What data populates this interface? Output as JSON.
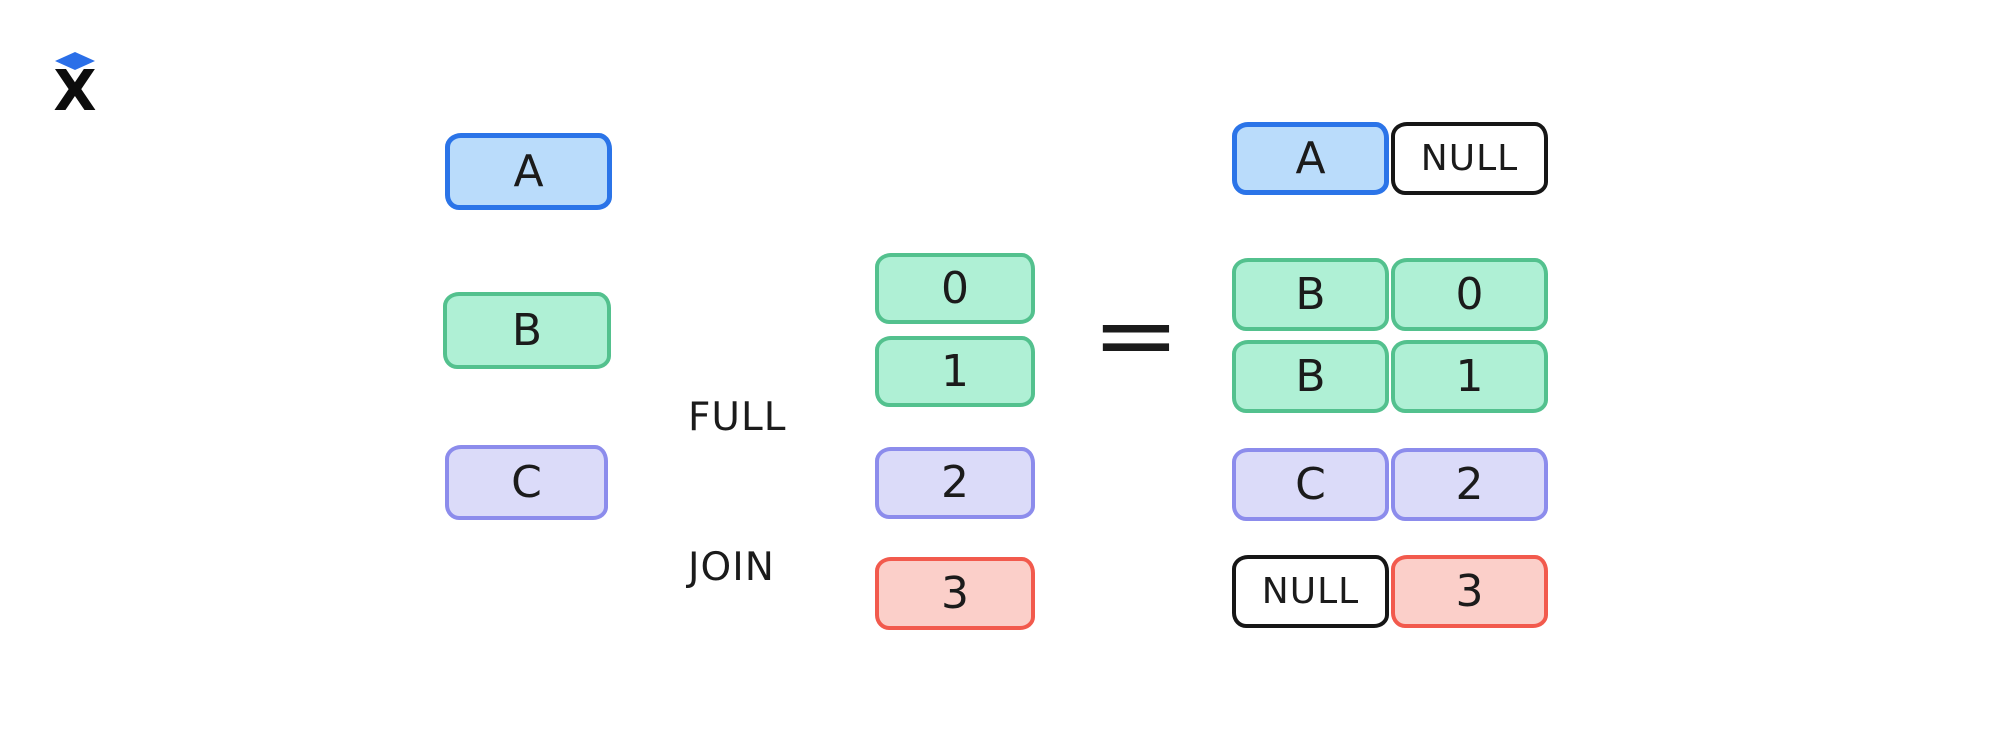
{
  "colors": {
    "background": "#ffffff",
    "ink": "#1b1b1b",
    "blue-fill": "#badcfb",
    "blue-border": "#2b74e8",
    "green-fill": "#aff0d5",
    "green-border": "#53c18e",
    "purple-fill": "#dbdbf9",
    "purple-border": "#8c8cec",
    "red-fill": "#fbcfc9",
    "red-border": "#f25a4d",
    "null-border": "#161616",
    "logo-blue": "#2b6fe8"
  },
  "logo": {
    "letter": "X"
  },
  "operator": {
    "line1": "FULL",
    "line2": "JOIN",
    "equals": "="
  },
  "left_table": {
    "cells": [
      {
        "label": "A",
        "color": "blue"
      },
      {
        "label": "B",
        "color": "green"
      },
      {
        "label": "C",
        "color": "purple"
      }
    ]
  },
  "right_table": {
    "cells": [
      {
        "label": "0",
        "color": "green"
      },
      {
        "label": "1",
        "color": "green"
      },
      {
        "label": "2",
        "color": "purple"
      },
      {
        "label": "3",
        "color": "red"
      }
    ]
  },
  "result_table": {
    "rows": [
      {
        "left": {
          "label": "A",
          "color": "blue"
        },
        "right": {
          "label": "NULL",
          "color": "null"
        }
      },
      {
        "left": {
          "label": "B",
          "color": "green"
        },
        "right": {
          "label": "0",
          "color": "green"
        }
      },
      {
        "left": {
          "label": "B",
          "color": "green"
        },
        "right": {
          "label": "1",
          "color": "green"
        }
      },
      {
        "left": {
          "label": "C",
          "color": "purple"
        },
        "right": {
          "label": "2",
          "color": "purple"
        }
      },
      {
        "left": {
          "label": "NULL",
          "color": "null"
        },
        "right": {
          "label": "3",
          "color": "red"
        }
      }
    ]
  }
}
